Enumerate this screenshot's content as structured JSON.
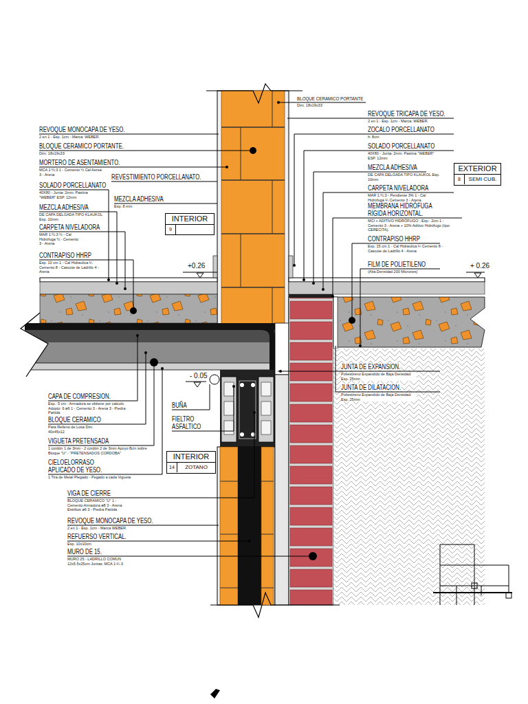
{
  "diagram": {
    "nodes": [
      {
        "text": [
          "EXTERIOR",
          "8",
          "SEMI CUB."
        ]
      },
      {
        "text": [
          "INTERIOR",
          "9"
        ]
      },
      {
        "text": [
          "INTERIOR",
          "14",
          "ZOTANO"
        ]
      }
    ],
    "labels": [
      "REVOQUE MONOCAPA DE YESO.",
      "2 en 1 - Esp. 1cm - Marca: WEBER.",
      "BLOQUE CERAMICO PORTANTE.",
      "Dim. 18x19x33",
      "MORTERO DE ASENTAMIENTO.",
      "MCA 1:½:3 1 - Cemento ½ Cal Aerea 3 - Arena",
      "REVESTIMIENTO PORCELLANATO.",
      "SOLADO PORCELLANATO",
      "40X80 - Junta: 2mm. Pastina \"WEBER\" ESP. 12mm",
      "MEZCLA ADHESIVA",
      "Esp. 8 mm",
      "MEZCLA ADHESIVA",
      "DE CAPA DELGADA TIPO KLAUKOL Esp. 10mm",
      "CARPETA NIVELADORA",
      "MAR 1:½:3 ½ - Cal Hidrófuga ½ - Cemento 3 - Arena",
      "CONTRAPISO HHRP",
      "Esp. 10 cm 1 - Cal Hidraulica ¼ Cemento 8 - Cascote de Ladrillo 4 - Arena",
      "+0.26",
      "BLOQUE CERAMICO PORTANTE",
      "Dim. 18x19x33",
      "REVOQUE TRICAPA DE YESO.",
      "2 en 1 - Esp. 1cm - Marca: WEBER.",
      "ZOCALO PORCELLANATO",
      "h: 8cm",
      "SOLADO PORCELLANATO",
      "40X80 - Junta: 2mm. Pastina \"WEBER\" ESP. 12mm",
      "MEZCLA ADHESIVA",
      "DE CAPA DELGADA TIPO KLAUKOL Esp. 10mm",
      "CARPETA NIVELADORA",
      "MAR 1:½:3 - Pendiente 3% 1 - Cal Hidrófuga ¼ Cemento 3 - Arena",
      "MEMBRANA HIDRÓFUGA RÍGIDA HORIZONTAL.",
      "MCI + ADITIVO HIDRÓFUGO - Esp.: 2cm 1 - Cemento 3 - Arena + 10% Aditivo Hidrófugo (tipo CERECITA).",
      "CONTRAPISO HHRP",
      "Esp. 15 cm 1 - Cal Hidraulica ¼ Cemento 8 - Cascote de Ladrillo 4 - Arena",
      "FILM DE POLIETILENO",
      "(Alta Densidad 200 Micrones)",
      "+ 0.26",
      "- 0.05",
      "CAPA DE COMPRESION.",
      "Esp.: 5 cm - Armadura se obtiene por calculo. Adopto: 6 ø6 1 - Cemento 3 - Arena 3 - Piedra Partida",
      "BUÑA",
      "BLOQUE CERAMICO",
      "Para Relleno de Losa Dim. 40x45x12",
      "FIELTRO ASFALTICO",
      "VIGUETA PRETENSADA",
      "1 cordón 1 de 3mm - 2 cordón 2 de 3mm Apoyo 8cm sobre Bloque \"U\" - \"PRETENSADOS CORDOBA\"",
      "CIELOELORRASO APLICADO DE YESO.",
      "1 Tira de Metal Plegado - Pegado a cada Vigueta",
      "VIGA DE CIERRE",
      "BLOQUE CERAMICO \"U\" 1 - Cemento Armadura ø8 3 - Arena Estribos ø6 3 - Piedra Partida",
      "REVOQUE MONOCAPA DE YESO.",
      "2 en 1 - Esp. 1cm - Marca WEBER.",
      "REFUERSO VERTICAL.",
      "Esp. 10x10cm",
      "MURO DE 15.",
      "MURO 25 - LADRILLO COMUN 12x5.5x25cm Juntas: MCA 1:¼:3",
      "JUNTA DE EXPANSION.",
      "Poliestireno Expandido de Baja Densidad Esp. 25mm",
      "JUNTA DE DILATACION.",
      "Poliestireno Expandido de Baja Densidad Esp. 25mm"
    ]
  }
}
